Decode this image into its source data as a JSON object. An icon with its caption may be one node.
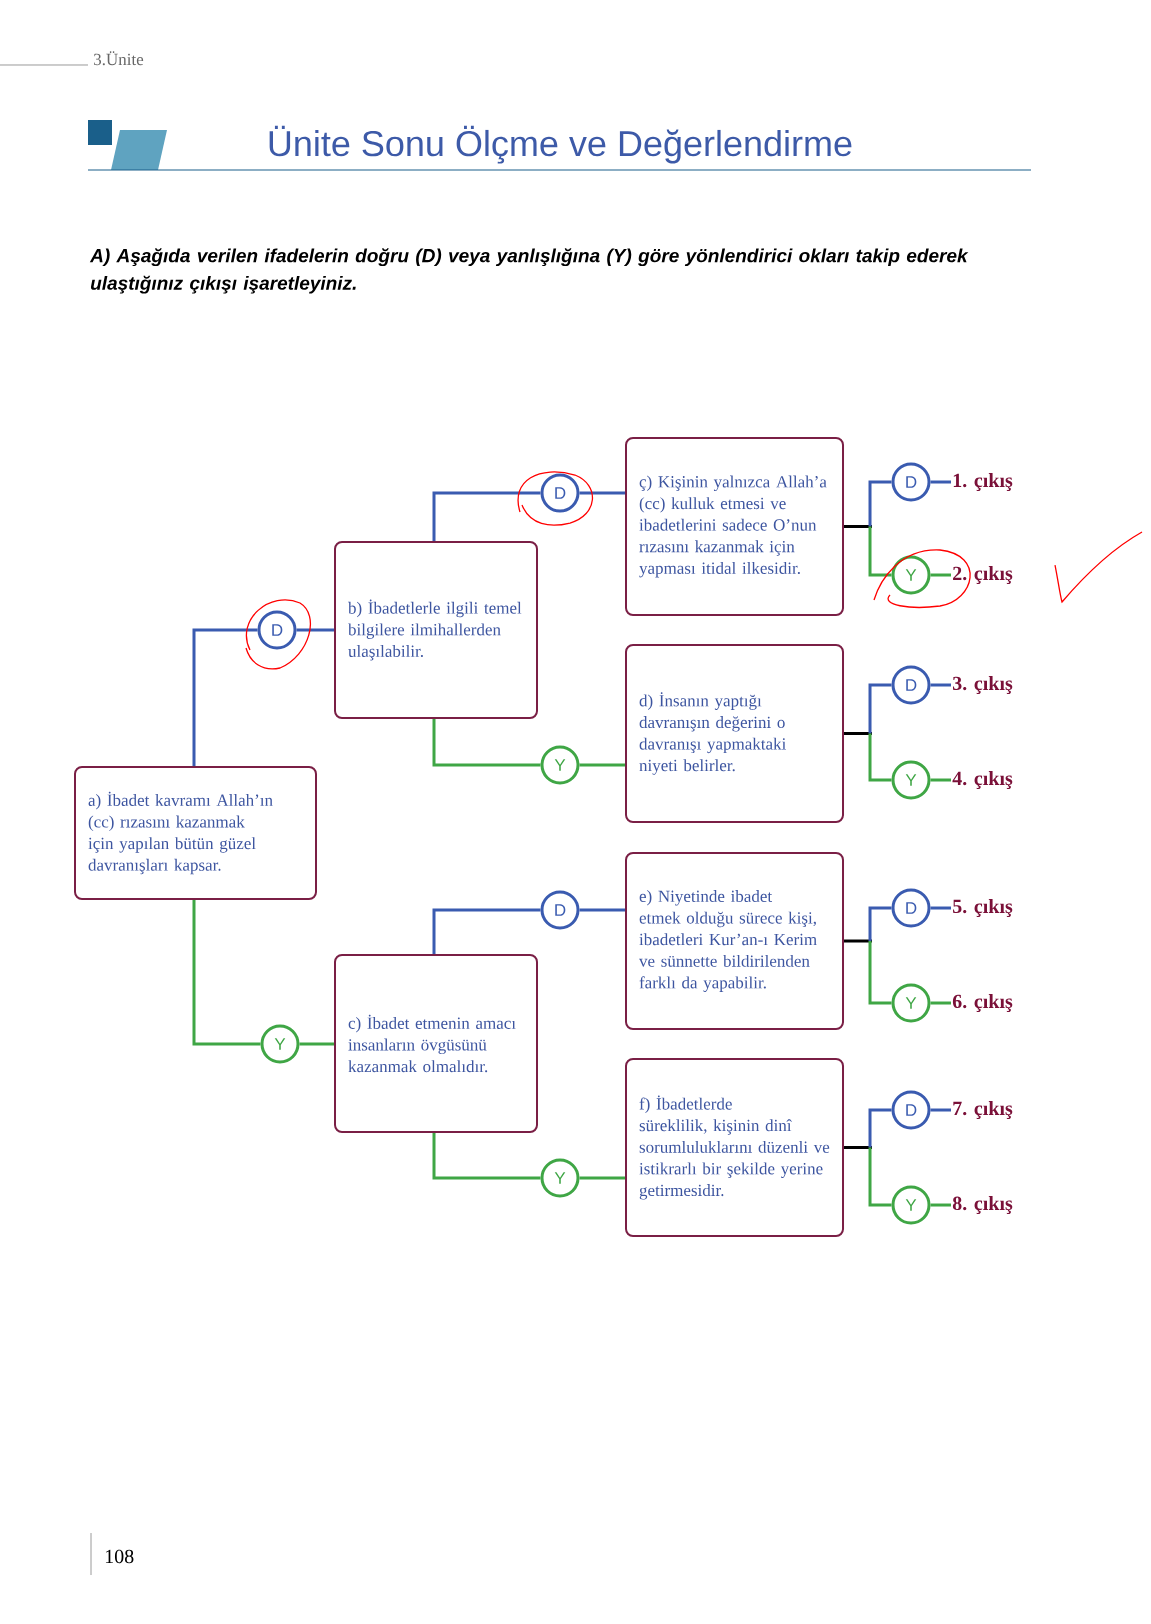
{
  "diagram": {
    "title": "Ünite Sonu Ölçme ve Değerlendirme",
    "nodes": [
      {
        "text": [
          "a) İbadet kavramı Allah’ın (cc) rızasını kazanmak için yapılan bütün güzel davranışları kapsar."
        ]
      },
      {
        "text": [
          "D"
        ]
      },
      {
        "text": [
          "b) İbadetlerle ilgili temel bilgilere ilmihallerden ulaşılabilir."
        ]
      },
      {
        "text": [
          "D"
        ]
      },
      {
        "text": [
          "ç) Kişinin yalnızca Allah’a (cc) kulluk etmesi ve ibadetlerini sadece O’nun rızasını kazanmak için yapması itidal ilkesidir."
        ]
      },
      {
        "text": [
          "D"
        ]
      },
      {
        "text": [
          "1. çıkış"
        ]
      },
      {
        "text": [
          "Y"
        ]
      },
      {
        "text": [
          "2. çıkış"
        ]
      },
      {
        "text": [
          "Y"
        ]
      },
      {
        "text": [
          "d) İnsanın yaptığı davranışın değerini o davranışı yapmaktaki niyeti belirler."
        ]
      },
      {
        "text": [
          "D"
        ]
      },
      {
        "text": [
          "3. çıkış"
        ]
      },
      {
        "text": [
          "Y"
        ]
      },
      {
        "text": [
          "4. çıkış"
        ]
      },
      {
        "text": [
          "Y"
        ]
      },
      {
        "text": [
          "c) İbadet etmenin amacı insanların övgüsünü kazanmak olmalıdır."
        ]
      },
      {
        "text": [
          "D"
        ]
      },
      {
        "text": [
          "e) Niyetinde ibadet etmek olduğu sürece kişi, ibadetleri Kur’an-ı Kerim ve sünnette bildirilenden farklı da yapabilir."
        ]
      },
      {
        "text": [
          "D"
        ]
      },
      {
        "text": [
          "5. çıkış"
        ]
      },
      {
        "text": [
          "Y"
        ]
      },
      {
        "text": [
          "6. çıkış"
        ]
      },
      {
        "text": [
          "Y"
        ]
      },
      {
        "text": [
          "f) İbadetlerde süreklilik, kişinin dinî sorumluluklarını düzenli ve istikrarlı bir şekilde yerine getirmesidir."
        ]
      },
      {
        "text": [
          "D"
        ]
      },
      {
        "text": [
          "7. çıkış"
        ]
      },
      {
        "text": [
          "Y"
        ]
      },
      {
        "text": [
          "8. çıkış"
        ]
      }
    ],
    "edges": [
      {
        "from": 0,
        "to": 1,
        "arrow": "none",
        "color": "#3a5bb0"
      },
      {
        "from": 1,
        "to": 2,
        "arrow": "none",
        "color": "#3a5bb0"
      },
      {
        "from": 2,
        "to": 3,
        "arrow": "none",
        "color": "#3a5bb0"
      },
      {
        "from": 3,
        "to": 4,
        "arrow": "none",
        "color": "#3a5bb0"
      },
      {
        "from": 4,
        "to": 5,
        "arrow": "none",
        "color": "#3a5bb0"
      },
      {
        "from": 5,
        "to": 6,
        "arrow": "none",
        "color": "#3a5bb0"
      },
      {
        "from": 4,
        "to": 7,
        "arrow": "none",
        "color": "#3fa645"
      },
      {
        "from": 7,
        "to": 8,
        "arrow": "none",
        "color": "#3fa645"
      },
      {
        "from": 2,
        "to": 9,
        "arrow": "none",
        "color": "#3fa645"
      },
      {
        "from": 9,
        "to": 10,
        "arrow": "none",
        "color": "#3fa645"
      },
      {
        "from": 10,
        "to": 11,
        "arrow": "none",
        "color": "#3a5bb0"
      },
      {
        "from": 11,
        "to": 12,
        "arrow": "none",
        "color": "#3a5bb0"
      },
      {
        "from": 10,
        "to": 13,
        "arrow": "none",
        "color": "#3fa645"
      },
      {
        "from": 13,
        "to": 14,
        "arrow": "none",
        "color": "#3fa645"
      },
      {
        "from": 0,
        "to": 15,
        "arrow": "none",
        "color": "#3fa645"
      },
      {
        "from": 15,
        "to": 16,
        "arrow": "none",
        "color": "#3fa645"
      },
      {
        "from": 16,
        "to": 17,
        "arrow": "none",
        "color": "#3a5bb0"
      },
      {
        "from": 17,
        "to": 18,
        "arrow": "none",
        "color": "#3a5bb0"
      },
      {
        "from": 18,
        "to": 19,
        "arrow": "none",
        "color": "#3a5bb0"
      },
      {
        "from": 19,
        "to": 20,
        "arrow": "none",
        "color": "#3a5bb0"
      },
      {
        "from": 18,
        "to": 21,
        "arrow": "none",
        "color": "#3fa645"
      },
      {
        "from": 21,
        "to": 22,
        "arrow": "none",
        "color": "#3fa645"
      },
      {
        "from": 16,
        "to": 23,
        "arrow": "none",
        "color": "#3fa645"
      },
      {
        "from": 23,
        "to": 24,
        "arrow": "none",
        "color": "#3fa645"
      },
      {
        "from": 24,
        "to": 25,
        "arrow": "none",
        "color": "#3a5bb0"
      },
      {
        "from": 25,
        "to": 26,
        "arrow": "none",
        "color": "#3a5bb0"
      },
      {
        "from": 24,
        "to": 27,
        "arrow": "none",
        "color": "#3fa645"
      },
      {
        "from": 27,
        "to": 28,
        "arrow": "none",
        "color": "#3fa645"
      }
    ],
    "labels": [
      "3.Ünite",
      "A) Aşağıda verilen ifadelerin doğru (D) veya yanlışlığına (Y) göre yönlendirici okları takip ederek ulaştığınız çıkışı işaretleyiniz.",
      "108"
    ]
  }
}
